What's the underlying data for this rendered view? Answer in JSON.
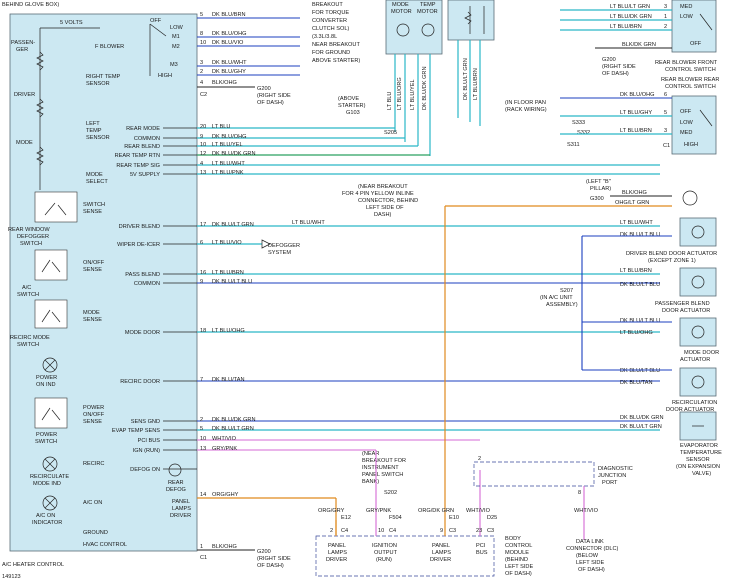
{
  "header": {
    "behind_glove_box": "BEHIND GLOVE BOX)",
    "near_breakout": [
      "BREAKOUT",
      "FOR TORQUE",
      "CONVERTER",
      "CLUTCH SOL)",
      "(3.3L/3.8L",
      "NEAR BREAKOUT",
      "FOR GROUND",
      "ABOVE STARTER)"
    ],
    "above_starter": [
      "(ABOVE",
      "STARTER)",
      "G103"
    ],
    "mode_motor": [
      "MODE",
      "MOTOR"
    ],
    "temp_motor": [
      "TEMP",
      "MOTOR"
    ]
  },
  "left_module": {
    "title": "HVAC CONTROL",
    "five_volts": "5 VOLTS",
    "passenger": [
      "PASSEN-",
      "GER"
    ],
    "driver": "DRIVER",
    "mode": "MODE",
    "f_blower": "F BLOWER",
    "blower_positions": [
      "OFF",
      "LOW",
      "M1",
      "M2",
      "M3",
      "HIGH"
    ],
    "right_temp_sensor": [
      "RIGHT TEMP",
      "SENSOR"
    ],
    "left_temp_sensor": [
      "LEFT",
      "TEMP",
      "SENSOR"
    ],
    "mode_select": [
      "MODE",
      "SELECT"
    ],
    "switch_sense": [
      "SWITCH",
      "SENSE"
    ],
    "rear_window_defogger_switch": [
      "REAR WINDOW",
      "DEFOGGER",
      "SWITCH"
    ],
    "on_off_sense": [
      "ON/OFF",
      "SENSE"
    ],
    "ac_switch": [
      "A/C",
      "SWITCH"
    ],
    "mode_sense": [
      "MODE",
      "SENSE"
    ],
    "recirc_mode_switch": [
      "RECIRC MODE",
      "SWITCH"
    ],
    "power_on_ind": [
      "POWER",
      "ON IND"
    ],
    "power_on_off_sense": [
      "POWER",
      "ON/OFF",
      "SENSE"
    ],
    "power_switch": [
      "POWER",
      "SWITCH"
    ],
    "recirc": "RECIRC",
    "recirculate_mode_ind": [
      "RECIRCULATE",
      "MODE IND"
    ],
    "ac_on_indicator": [
      "A/C ON",
      "INDICATOR"
    ],
    "a_c_on": "A/C ON",
    "ground": "GROUND",
    "panel_lamps_driver": [
      "PANEL",
      "LAMPS",
      "DRIVER"
    ],
    "rear_defog": [
      "REAR",
      "DEFOG"
    ],
    "signals": [
      {
        "label": "REAR MODE",
        "pin": "20",
        "wire": "LT BLU"
      },
      {
        "label": "COMMON",
        "pin": "9",
        "wire": "DK BLU/OHG"
      },
      {
        "label": "REAR BLEND",
        "pin": "10",
        "wire": "LT BLU/YEL"
      },
      {
        "label": "REAR TEMP RTN",
        "pin": "12",
        "wire": "DK BLU/DK GRN"
      },
      {
        "label": "REAR TEMP SIG",
        "pin": "4",
        "wire": "LT BLU/WHT"
      },
      {
        "label": "5V SUPPLY",
        "pin": "13",
        "wire": "LT BLU/PNK"
      },
      {
        "label": "DRIVER BLEND",
        "pin": "17",
        "wire": "DK BLU/LT GRN"
      },
      {
        "label": "WIPER DE-ICER",
        "pin": "6",
        "wire": "LT BLU/VIO"
      },
      {
        "label": "PASS BLEND",
        "pin": "16",
        "wire": "LT BLU/BRN"
      },
      {
        "label": "COMMON",
        "pin": "9",
        "wire": "DK BLU/LT BLU"
      },
      {
        "label": "MODE DOOR",
        "pin": "18",
        "wire": "LT BLU/OHG"
      },
      {
        "label": "RECIRC DOOR",
        "pin": "7",
        "wire": "DK BLU/TAN"
      },
      {
        "label": "SENS GND",
        "pin": "2",
        "wire": "DK BLU/DK GRN"
      },
      {
        "label": "EVAP TEMP SENS",
        "pin": "5",
        "wire": "DK BLU/LT GRN"
      },
      {
        "label": "PCI BUS",
        "pin": "10",
        "wire": "WHT/VIO"
      },
      {
        "label": "IGN (RUN)",
        "pin": "13",
        "wire": "GRY/PNK"
      },
      {
        "label": "DEFOG ON",
        "pin": "",
        "wire": ""
      }
    ],
    "top_wires": [
      {
        "pin": "5",
        "wire": "DK BLU/BRN"
      },
      {
        "pin": "8",
        "wire": "DK BLU/OHG"
      },
      {
        "pin": "10",
        "wire": "DK BLU/VIO"
      },
      {
        "pin": "3",
        "wire": "DK BLU/WHT"
      },
      {
        "pin": "2",
        "wire": "DK BLU/GHY"
      },
      {
        "pin": "4",
        "wire": "BLK/OHG"
      }
    ],
    "connector_c2": "C2",
    "connector_c1": "C1",
    "panel_lamps_pin": "14",
    "panel_lamps_wire": "ORG/GHY",
    "ground_pin": "1",
    "ground_wire": "BLK/OHG"
  },
  "defogger_system": [
    "DEFOGGER",
    "SYSTEM"
  ],
  "g200_top": [
    "G200",
    "(RIGHT SIDE",
    "OF DASH)"
  ],
  "g200_bottom": [
    "G200",
    "(RIGHT SIDE",
    "OF DASH)"
  ],
  "splices": {
    "s205": "S205",
    "s207": [
      "S207",
      "(IN A/C UNIT",
      "ASSEMBLY)"
    ],
    "s202": "S202",
    "s311": "S311",
    "s332": "S332",
    "s333": "S333"
  },
  "near_breakout_4pin": [
    "(NEAR BREAKOUT",
    "FOR 4 PIN YELLOW INLINE",
    "CONNECTOR, BEHIND",
    "LEFT SIDE OF",
    "DASH)"
  ],
  "near_breakout_ipb": [
    "(NEAR",
    "BREAKOUT FOR",
    "INSTRUMENT",
    "PANEL SWITCH",
    "BANK)"
  ],
  "in_floor_pan": [
    "(IN FLOOR PAN",
    "(RACK WIRING)"
  ],
  "vertical_wires": [
    "LT BLU",
    "LT BLU/ORG",
    "LT BLU/YEL",
    "DK BLU/DK GRN",
    "DK BLU/LT GRN",
    "LT BLU/BRN"
  ],
  "rear_blower_front_control_switch": [
    "REAR BLOWER FRONT",
    "CONTROL SWITCH"
  ],
  "rear_blower_rear_control_switch": [
    "REAR BLOWER REAR",
    "CONTROL SWITCH"
  ],
  "rear_positions_top": [
    "MED",
    "LOW",
    "OFF"
  ],
  "rear_positions_bottom": [
    "OFF",
    "LOW",
    "MED",
    "HIGH"
  ],
  "right_top_wires": [
    {
      "pin": "3",
      "wire": "LT BLU/LT GRN"
    },
    {
      "pin": "1",
      "wire": "LT BLU/DK GRN"
    },
    {
      "pin": "2",
      "wire": "LT BLU/BRN"
    },
    {
      "pin": "",
      "wire": "BLK/DK GRN"
    }
  ],
  "g200_right": [
    "G200",
    "(RIGHT SIDE",
    "OF DASH)"
  ],
  "right_mid_wires": [
    {
      "pin": "6",
      "wire": "DK BLU/OHG"
    },
    {
      "pin": "5",
      "wire": "LT BLU/GHY"
    },
    {
      "pin": "3",
      "wire": "LT BLU/BRN"
    }
  ],
  "connector_c1_right": "C1",
  "g300": [
    "(LEFT \"B\"",
    "PILLAR)",
    "G300"
  ],
  "g300_wires": [
    "BLK/OHG",
    "OHG/LT GRN"
  ],
  "actuators": [
    {
      "name": [
        "DRIVER BLEND DOOR ACTUATOR",
        "(EXCEPT ZONE 1)"
      ],
      "wires": [
        "LT BLU/WHT",
        "DK BLU/LT BLU"
      ]
    },
    {
      "name": [
        "PASSENGER BLEND",
        "DOOR ACTUATOR"
      ],
      "wires": [
        "LT BLU/BRN",
        "DK BLU/LT BLU"
      ]
    },
    {
      "name": [
        "MODE DOOR",
        "ACTUATOR"
      ],
      "wires": [
        "DK BLU/LT BLU",
        "LT BLU/OHG"
      ]
    },
    {
      "name": [
        "RECIRCULATION",
        "DOOR ACTUATOR"
      ],
      "wires": [
        "DK BLU/LT BLU",
        "DK BLU/TAN"
      ]
    },
    {
      "name": [
        "EVAPORATOR",
        "TEMPERATURE",
        "SENSOR",
        "(ON EXPANSION",
        "VALVE)"
      ],
      "wires": [
        "DK BLU/DK GRN",
        "DK BLU/LT GRN"
      ]
    }
  ],
  "driver_blend_wire": "LT BLU/WHT",
  "bottom": {
    "panel_lamps_driver_1": [
      "PANEL",
      "LAMPS",
      "DRIVER"
    ],
    "ignition_output": [
      "IGNITION",
      "OUTPUT",
      "(RUN)"
    ],
    "panel_lamps_driver_2": [
      "PANEL",
      "LAMPS",
      "DRIVER"
    ],
    "pci_bus": [
      "PCI",
      "BUS"
    ],
    "bcm": [
      "BODY",
      "CONTROL",
      "MODULE",
      "(BEHIND",
      "LEFT SIDE",
      "OF DASH)"
    ],
    "pins": [
      {
        "pin": "2",
        "conn": "C4",
        "wire": "ORG/GRY",
        "sp": "E12"
      },
      {
        "pin": "10",
        "conn": "C4",
        "wire": "GRY/PNK",
        "sp": "F504"
      },
      {
        "pin": "9",
        "conn": "C3",
        "wire": "ORG/DK GRN",
        "sp": "E10"
      },
      {
        "pin": "23",
        "conn": "C3",
        "wire": "WHT/VIO",
        "sp": "D25"
      }
    ],
    "diagnostic_junction_port": [
      "DIAGNOSTIC",
      "JUNCTION",
      "PORT"
    ],
    "djp_pins": [
      "2",
      "8"
    ],
    "dlc_wire": "WHT/VIO",
    "dlc": [
      "DATA LINK",
      "CONNECTOR (DLC)",
      "(BELOW",
      "LEFT SIDE",
      "OF DASH)"
    ]
  },
  "footer": {
    "left_title": "A/C HEATER CONTROL",
    "code": "149123"
  }
}
